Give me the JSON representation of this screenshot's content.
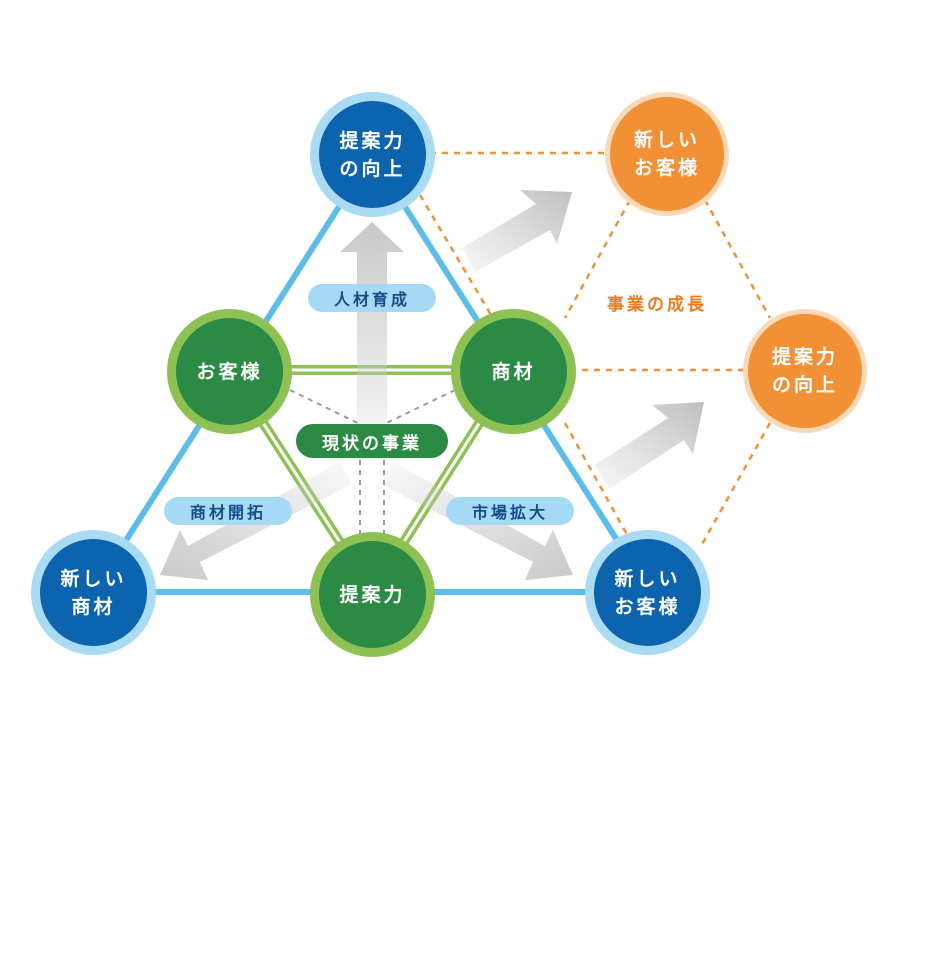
{
  "nodes": {
    "top_blue": "提案力\nの向上",
    "left_blue": "新しい\n商材",
    "right_blue": "新しい\nお客様",
    "green_left": "お客様",
    "green_right": "商材",
    "green_bottom": "提案力",
    "orange_top": "新しい\nお客様",
    "orange_right": "提案力\nの向上"
  },
  "labels": {
    "center": "現状の事業",
    "up": "人材育成",
    "left": "商材開拓",
    "right": "市場拡大",
    "growth": "事業の成長"
  },
  "colors": {
    "blue_fill": "#0b64ad",
    "blue_ring": "#a9dbf5",
    "blue_line": "#5bbde8",
    "green_fill": "#2b8a43",
    "green_ring": "#8dc153",
    "orange_fill": "#f29035",
    "orange_ring": "#fcd9b6",
    "orange_dash": "#f29035",
    "arrow_gray": "#c9c9c9"
  }
}
